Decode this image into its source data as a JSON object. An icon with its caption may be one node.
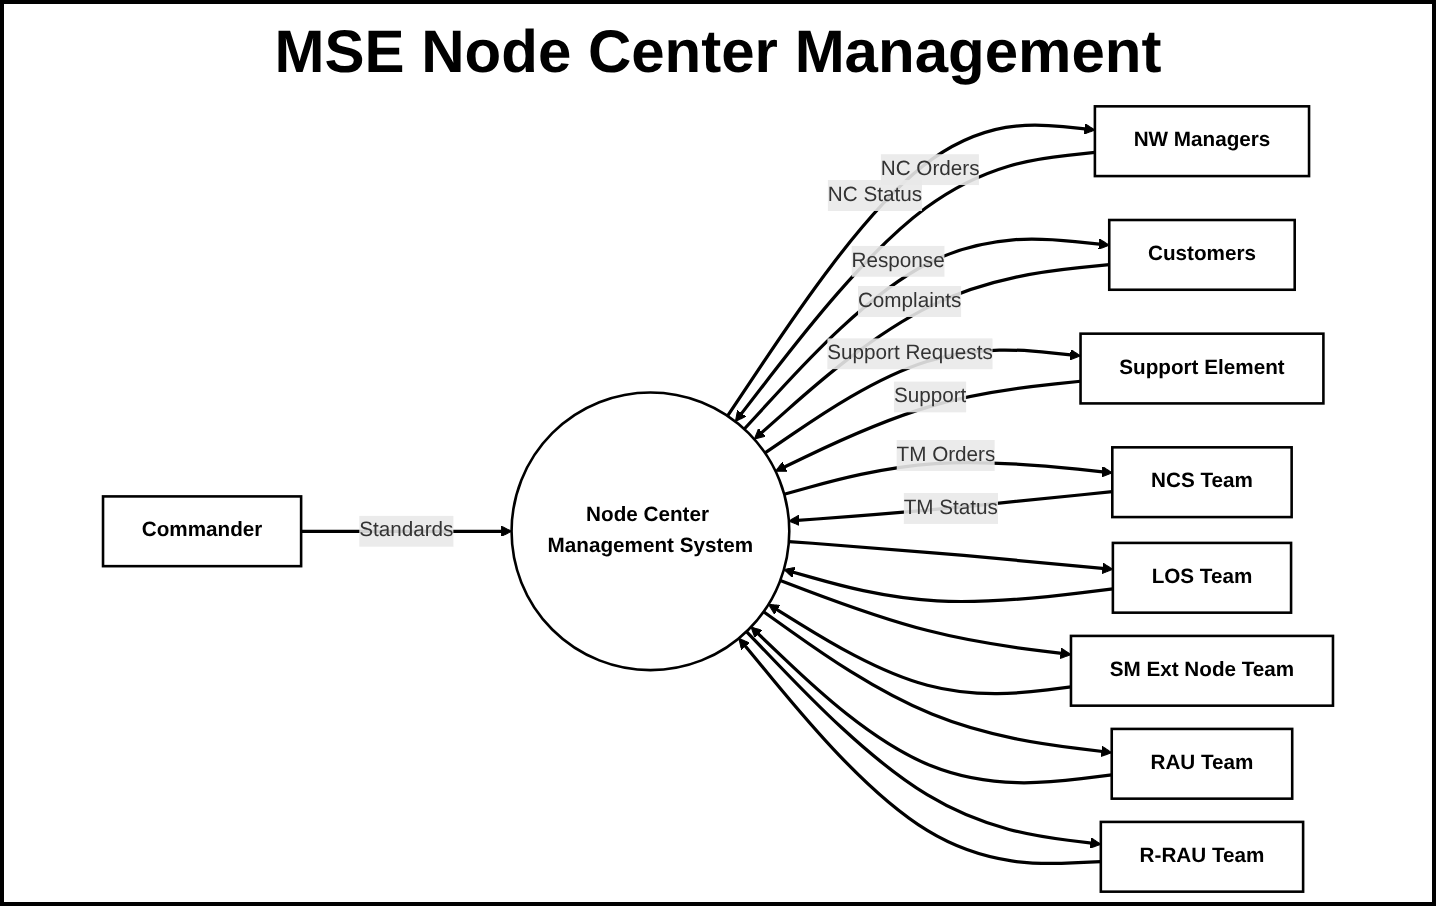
{
  "diagram": {
    "title": "MSE Node Center Management",
    "nodes": [
      {
        "text": [
          "Commander"
        ]
      },
      {
        "text": [
          "NW Managers"
        ]
      },
      {
        "text": [
          "Customers"
        ]
      },
      {
        "text": [
          "Support Element"
        ]
      },
      {
        "text": [
          "Node Center Management System"
        ]
      },
      {
        "text": [
          "NCS Team"
        ]
      },
      {
        "text": [
          "LOS Team"
        ]
      },
      {
        "text": [
          "SM Ext Node Team"
        ]
      },
      {
        "text": [
          "RAU Team"
        ]
      },
      {
        "text": [
          "R-RAU Team"
        ]
      }
    ],
    "edges": [
      {
        "from": 0,
        "to": 4,
        "arrow": "to",
        "label": "Standards"
      },
      {
        "from": 1,
        "to": 4,
        "arrow": "to",
        "label": "NC Orders"
      },
      {
        "from": 4,
        "to": 1,
        "arrow": "to",
        "label": "NC Status"
      },
      {
        "from": 2,
        "to": 4,
        "arrow": "to",
        "label": "Complaints"
      },
      {
        "from": 4,
        "to": 2,
        "arrow": "to",
        "label": "Response"
      },
      {
        "from": 4,
        "to": 3,
        "arrow": "to",
        "label": "Support Requests"
      },
      {
        "from": 3,
        "to": 4,
        "arrow": "to",
        "label": "Support"
      },
      {
        "from": 4,
        "to": 5,
        "arrow": "to",
        "label": "TM Orders"
      },
      {
        "from": 4,
        "to": 6,
        "arrow": "to"
      },
      {
        "from": 4,
        "to": 7,
        "arrow": "to"
      },
      {
        "from": 4,
        "to": 8,
        "arrow": "to"
      },
      {
        "from": 4,
        "to": 9,
        "arrow": "to"
      },
      {
        "from": 5,
        "to": 4,
        "arrow": "to",
        "label": "TM Status"
      },
      {
        "from": 6,
        "to": 4,
        "arrow": "to"
      },
      {
        "from": 7,
        "to": 4,
        "arrow": "to"
      },
      {
        "from": 8,
        "to": 4,
        "arrow": "to"
      },
      {
        "from": 9,
        "to": 4,
        "arrow": "to"
      }
    ]
  }
}
